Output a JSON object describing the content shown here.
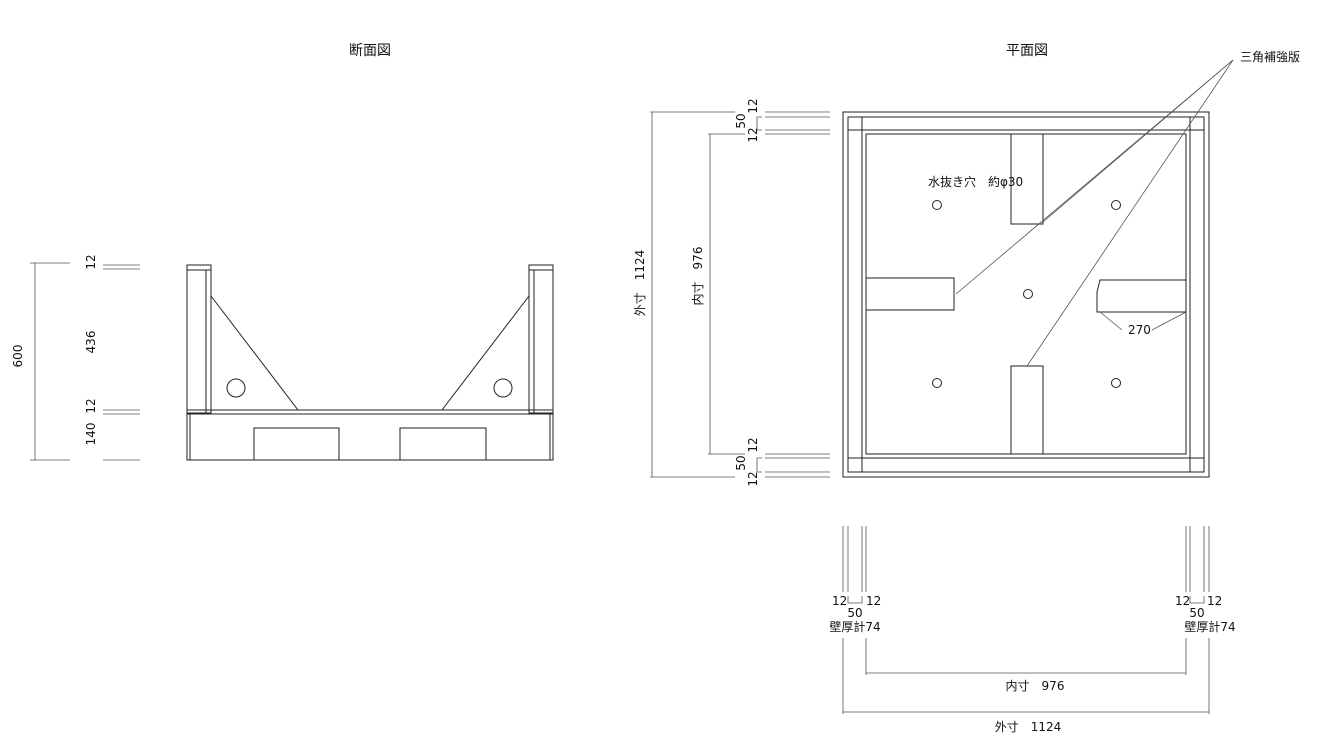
{
  "section": {
    "title": "断面図",
    "dim_total": "600",
    "dim_top": "12",
    "dim_wall": "436",
    "dim_floor": "12",
    "dim_base": "140"
  },
  "plan": {
    "title": "平面図",
    "label_gusset": "三角補強版",
    "label_drain": "水抜き穴　約φ30",
    "dim_gusset": "270",
    "v_top_12a": "12",
    "v_top_50": "50",
    "v_top_12b": "12",
    "v_bot_12a": "12",
    "v_bot_50": "50",
    "v_bot_12b": "12",
    "v_outer": "外寸　1124",
    "v_inner": "内寸　976",
    "b_left_12a": "12",
    "b_left_12b": "12",
    "b_left_50": "50",
    "b_left_total": "壁厚計74",
    "b_right_12a": "12",
    "b_right_12b": "12",
    "b_right_50": "50",
    "b_right_total": "壁厚計74",
    "h_inner": "内寸　976",
    "h_outer": "外寸　1124"
  }
}
